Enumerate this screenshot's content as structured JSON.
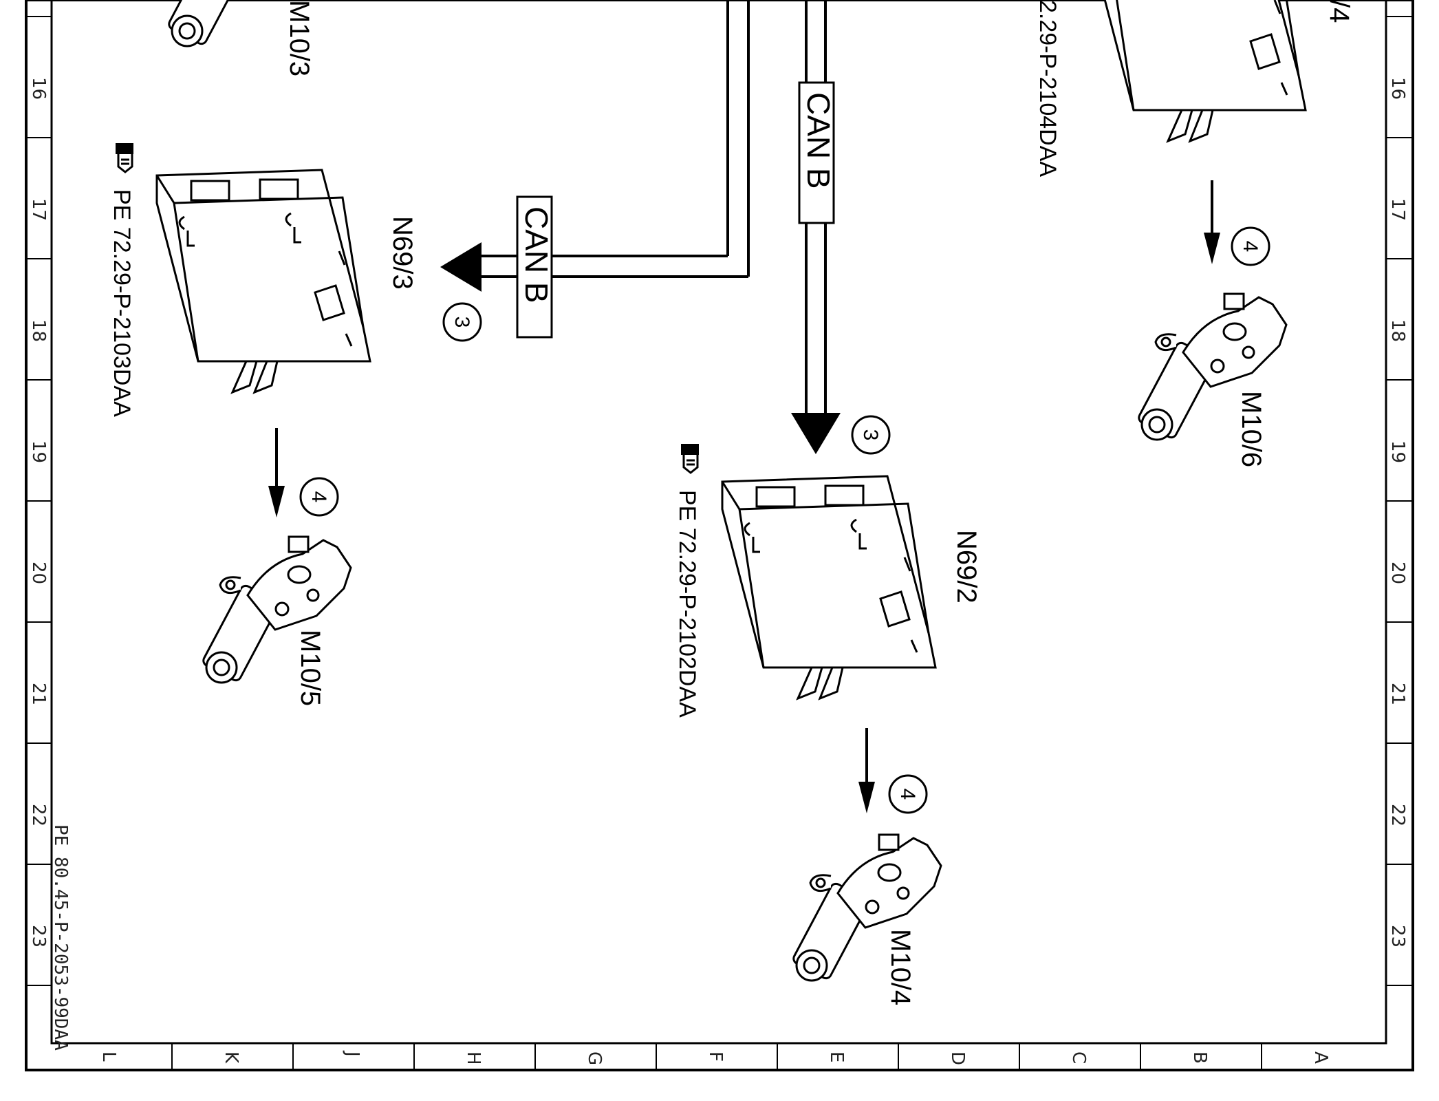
{
  "frame": {
    "row_numbers": [
      "16",
      "17",
      "18",
      "19",
      "20",
      "21",
      "22",
      "23"
    ],
    "column_letters": [
      "L",
      "K",
      "J",
      "H",
      "G",
      "F",
      "E",
      "D",
      "C",
      "B",
      "A"
    ]
  },
  "drawing_number": "PE 80.45-P-2053-99DAA",
  "bus": {
    "left_label": "CAN B",
    "center_label": "CAN B"
  },
  "step_markers": {
    "three": "3",
    "four": "4"
  },
  "components": {
    "m10_3": "M10/3",
    "n69_3": "N69/3",
    "n69_3_ref": "PE 72.29-P-2103DAA",
    "m10_5": "M10/5",
    "n69_2": "N69/2",
    "n69_2_ref": "PE 72.29-P-2102DAA",
    "m10_4": "M10/4",
    "n69_4_ref": "2.29-P-2104DAA",
    "n69_4_partial": "/4",
    "m10_6": "M10/6"
  },
  "icons": [
    "pointing-hand-icon",
    "window-motor-icon",
    "control-module-icon"
  ]
}
